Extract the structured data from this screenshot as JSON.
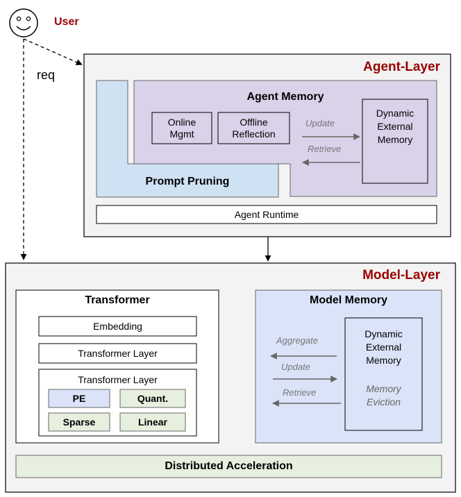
{
  "user": {
    "label": "User",
    "request_label": "req"
  },
  "agent_layer": {
    "title": "Agent-Layer",
    "agent_memory": {
      "title": "Agent Memory",
      "online_mgmt": [
        "Online",
        "Mgmt"
      ],
      "offline_reflection": [
        "Offline",
        "Reflection"
      ],
      "update_label": "Update",
      "retrieve_label": "Retrieve",
      "dynamic_external_memory": [
        "Dynamic",
        "External",
        "Memory"
      ]
    },
    "prompt_pruning": "Prompt Pruning",
    "agent_runtime": "Agent Runtime"
  },
  "model_layer": {
    "title": "Model-Layer",
    "transformer": {
      "title": "Transformer",
      "embedding": "Embedding",
      "transformer_layer": "Transformer Layer",
      "transformer_layer_detail": {
        "title": "Transformer Layer",
        "pe": "PE",
        "quant": "Quant.",
        "sparse": "Sparse",
        "linear": "Linear"
      }
    },
    "model_memory": {
      "title": "Model Memory",
      "aggregate_label": "Aggregate",
      "update_label": "Update",
      "retrieve_label": "Retrieve",
      "dynamic_external_memory": [
        "Dynamic",
        "External",
        "Memory"
      ],
      "memory_eviction": [
        "Memory",
        "Eviction"
      ]
    },
    "distributed_acceleration": "Distributed Acceleration"
  },
  "colors": {
    "outer_fill": "#f3f3f3",
    "agent_memory_fill": "#d9d2e9",
    "prompt_pruning_fill": "#cfe2f3",
    "model_memory_fill": "#dae3f8",
    "green_fill": "#e7f0df",
    "pe_fill": "#dae3f8",
    "title_red": "#990000",
    "arrow_gray": "#666666"
  }
}
